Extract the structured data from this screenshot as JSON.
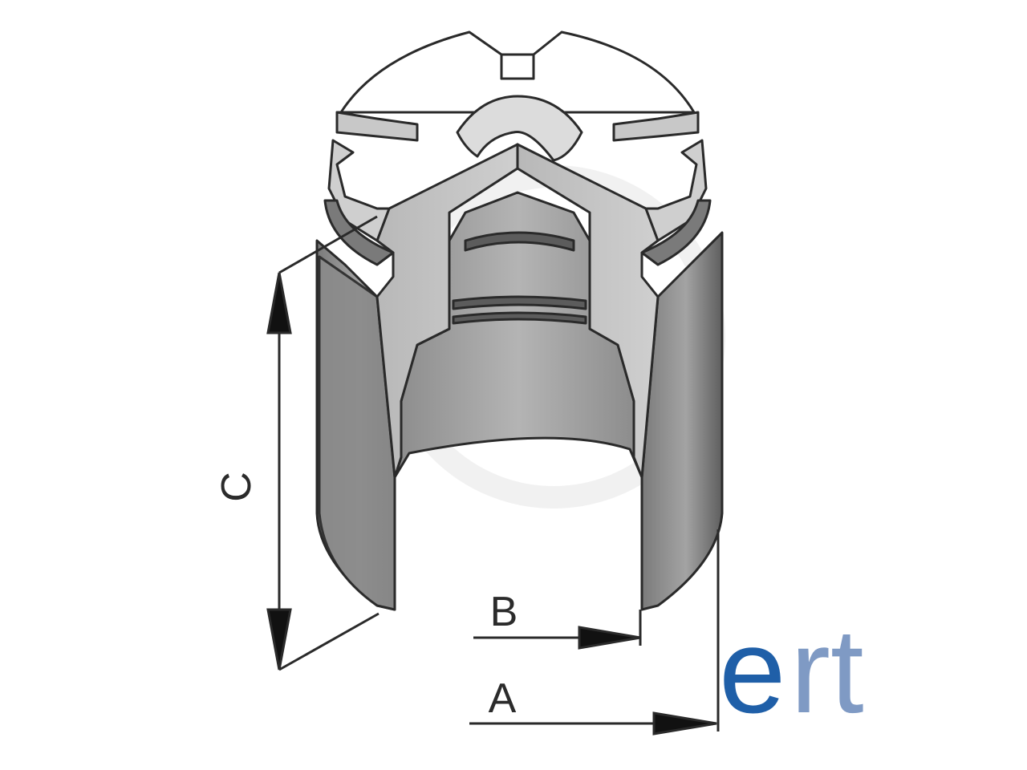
{
  "diagram": {
    "dimension_labels": {
      "A": "A",
      "B": "B",
      "C": "C"
    }
  },
  "logo": {
    "e": "e",
    "rt": "rt",
    "colors": {
      "e": "#1f5fa8",
      "rt": "#7f9ac4",
      "accent": "#7f9ac4"
    }
  },
  "colors": {
    "outline": "#2a2a2a",
    "body_dark": "#6f6f6f",
    "body_mid": "#9a9a9a",
    "body_light": "#d2d2d2",
    "cap_face": "#ffffff"
  }
}
